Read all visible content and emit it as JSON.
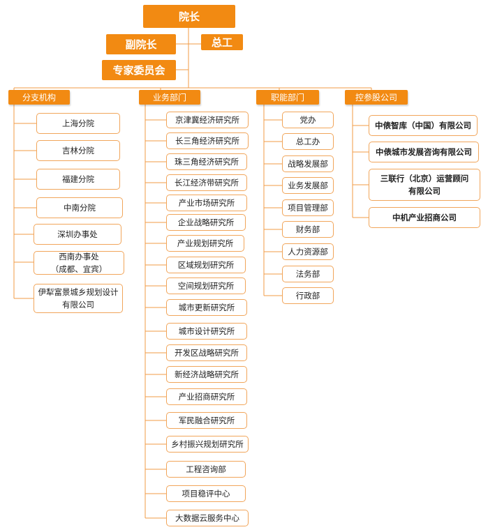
{
  "leadership": {
    "president": "院长",
    "vice_president": "副院长",
    "chief_engineer": "总工",
    "expert_committee": "专家委员会"
  },
  "branches": {
    "title": "分支机构",
    "items": [
      "上海分院",
      "吉林分院",
      "福建分院",
      "中南分院",
      "深圳办事处",
      "西南办事处\n（成都、宜宾）",
      "伊犁富景城乡规划设计\n有限公司"
    ]
  },
  "business": {
    "title": "业务部门",
    "items": [
      "京津冀经济研究所",
      "长三角经济研究所",
      "珠三角经济研究所",
      "长江经济带研究所",
      "产业市场研究所",
      "企业战略研究所",
      "产业规划研究所",
      "区域规划研究所",
      "空间规划研究所",
      "城市更新研究所",
      "城市设计研究所",
      "开发区战略研究所",
      "新经济战略研究所",
      "产业招商研究所",
      "军民融合研究所",
      "乡村振兴规划研究所",
      "工程咨询部",
      "项目稳评中心",
      "大数据云服务中心"
    ]
  },
  "functional": {
    "title": "职能部门",
    "items": [
      "党办",
      "总工办",
      "战略发展部",
      "业务发展部",
      "项目管理部",
      "财务部",
      "人力资源部",
      "法务部",
      "行政部"
    ]
  },
  "holdings": {
    "title": "控参股公司",
    "items": [
      "中俵智库（中国）有限公司",
      "中俵城市发展咨询有限公司",
      "三联行（北京）运营顾问\n有限公司",
      "中机产业招商公司"
    ]
  },
  "colors": {
    "accent": "#f28a12",
    "border": "#f1a55a",
    "line": "#f29b45"
  }
}
